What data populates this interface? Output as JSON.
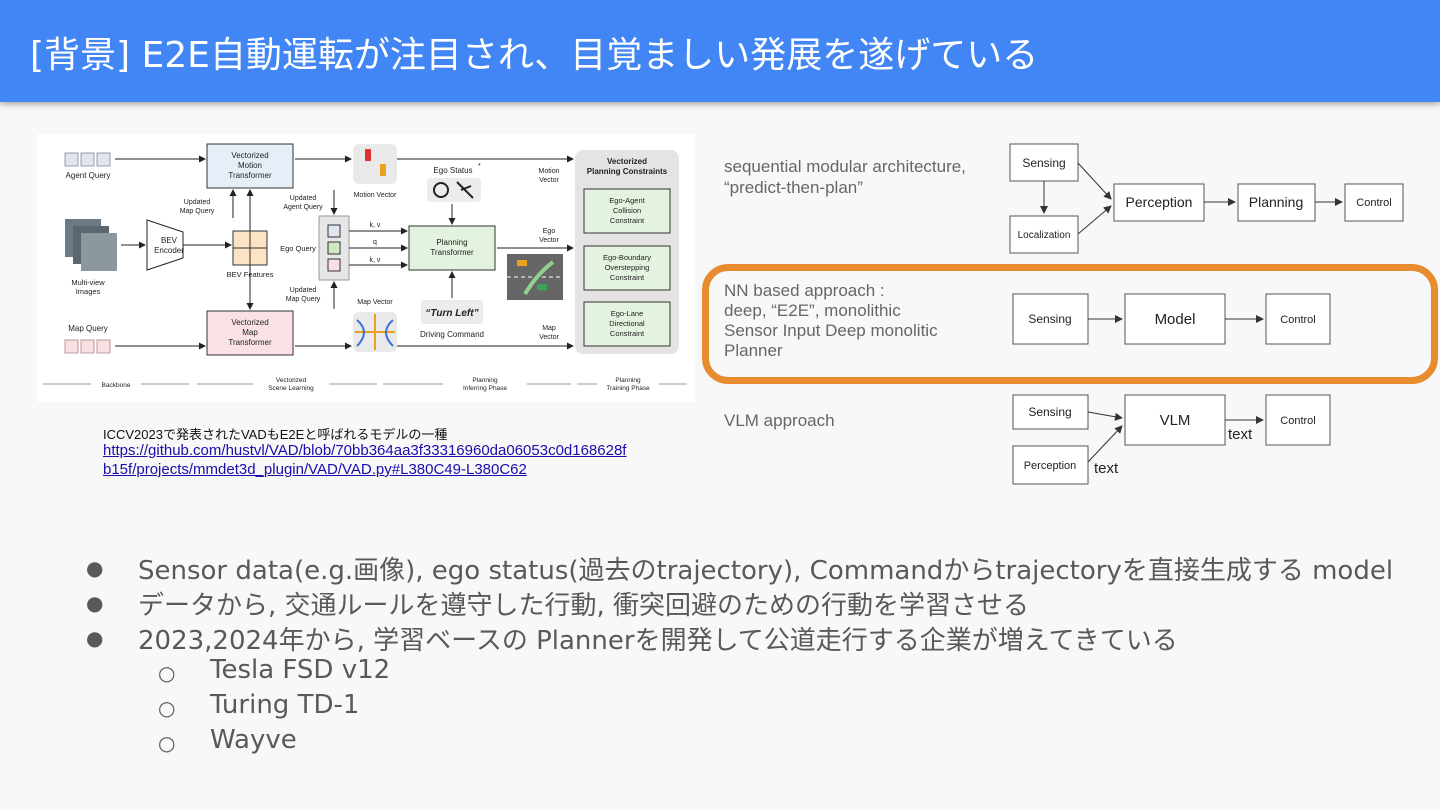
{
  "slide": {
    "title": "[背景] E2E自動運転が注目され、目覚ましい発展を遂げている"
  },
  "vad_figure": {
    "agent_query": "Agent Query",
    "multi_view_images_1": "Multi-view",
    "multi_view_images_2": "Images",
    "map_query": "Map Query",
    "bev_encoder_1": "BEV",
    "bev_encoder_2": "Encoder",
    "bev_features": "BEV Features",
    "updated_map_query_top_1": "Updated",
    "updated_map_query_top_2": "Map Query",
    "updated_agent_query_1": "Updated",
    "updated_agent_query_2": "Agent Query",
    "updated_map_query_bottom_1": "Updated",
    "updated_map_query_bottom_2": "Map Query",
    "motion_transformer_1": "Vectorized",
    "motion_transformer_2": "Motion",
    "motion_transformer_3": "Transformer",
    "map_transformer_1": "Vectorized",
    "map_transformer_2": "Map",
    "map_transformer_3": "Transformer",
    "ego_query": "Ego Query",
    "kv_top": "k, v",
    "q": "q",
    "kv_bottom": "k, v",
    "motion_vector": "Motion Vector",
    "map_vector": "Map Vector",
    "ego_status": "Ego Status",
    "ego_status_mark": "*",
    "planning_transformer_1": "Planning",
    "planning_transformer_2": "Transformer",
    "turn_left": "“Turn Left”",
    "driving_command": "Driving Command",
    "motion_vector_right_1": "Motion",
    "motion_vector_right_2": "Vector",
    "ego_vector_1": "Ego",
    "ego_vector_2": "Vector",
    "map_vector_right_1": "Map",
    "map_vector_right_2": "Vector",
    "constraints_title_1": "Vectorized",
    "constraints_title_2": "Planning Constraints",
    "constraint_1": [
      "Ego-Agent",
      "Collision",
      "Constraint"
    ],
    "constraint_2": [
      "Ego-Boundary",
      "Overstepping",
      "Constraint"
    ],
    "constraint_3": [
      "Ego-Lane",
      "Directional",
      "Constraint"
    ],
    "phase_backbone": "Backbone",
    "phase_scene_1": "Vectorized",
    "phase_scene_2": "Scene Learning",
    "phase_infer_1": "Planning",
    "phase_infer_2": "Inferring Phase",
    "phase_train_1": "Planning",
    "phase_train_2": "Training Phase"
  },
  "caption": {
    "text": "ICCV2023で発表されたVADもE2Eと呼ばれるモデルの一種",
    "link_line1": "https://github.com/hustvl/VAD/blob/70bb364aa3f33316960da06053c0d168628f",
    "link_line2": "b15f/projects/mmdet3d_plugin/VAD/VAD.py#L380C49-L380C62"
  },
  "sequential": {
    "label_1": "sequential modular architecture,",
    "label_2": "“predict-then-plan”",
    "sensing": "Sensing",
    "localization": "Localization",
    "perception": "Perception",
    "planning": "Planning",
    "control": "Control"
  },
  "nn": {
    "label_1": "NN based approach :",
    "label_2": "deep, “E2E”, monolithic",
    "label_3": "Sensor Input Deep monolitic",
    "label_4": "Planner",
    "sensing": "Sensing",
    "model": "Model",
    "control": "Control"
  },
  "vlm": {
    "label": "VLM approach",
    "sensing": "Sensing",
    "perception": "Perception",
    "vlm": "VLM",
    "control": "Control",
    "text_1": "text",
    "text_2": "text"
  },
  "bullets": [
    "Sensor data(e.g.画像), ego status(過去のtrajectory), Commandからtrajectoryを直接生成する model",
    "データから, 交通ルールを遵守した行動, 衝突回避のための行動を学習させる",
    "2023,2024年から, 学習ベースの Plannerを開発して公道走行する企業が増えてきている"
  ],
  "sub_bullets": [
    "Tesla FSD v12",
    "Turing TD-1",
    "Wayve"
  ],
  "bullet_glyph": "●",
  "sub_bullet_glyph": "○",
  "colors": {
    "title_bar": "#4285f4",
    "highlight_frame": "#e78c2f",
    "link": "#1a0dab"
  }
}
